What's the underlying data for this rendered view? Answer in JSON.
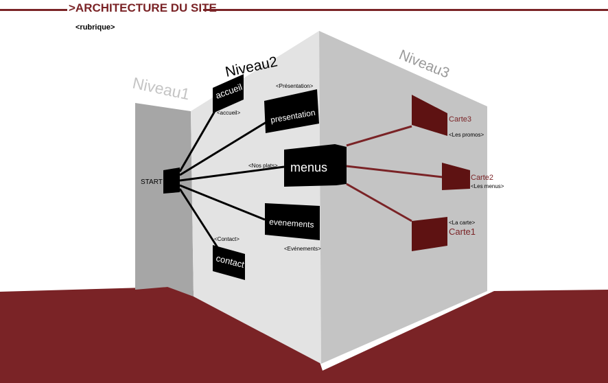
{
  "header": {
    "title": ">ARCHITECTURE DU SITE",
    "subtitle": "<rubrique>"
  },
  "levels": {
    "niveau1": "Niveau1",
    "niveau2": "Niveau2",
    "niveau3": "Niveau3"
  },
  "start": {
    "label": "START"
  },
  "level2_items": {
    "accueil": {
      "label": "accueil",
      "tag": "<accueil>"
    },
    "presentation": {
      "label": "presentation",
      "tag": "<Présentation>"
    },
    "menus": {
      "label": "menus",
      "tag": "<Nos plats>"
    },
    "evenements": {
      "label": "evenements",
      "tag": "<Evénements>"
    },
    "contact": {
      "label": "contact",
      "tag": "<Contact>"
    }
  },
  "level3_items": {
    "carte3": {
      "label": "Carte3",
      "tag": "<Les promos>"
    },
    "carte2": {
      "label": "Carte2",
      "tag": "<Les menus>"
    },
    "carte1": {
      "label": "Carte1",
      "tag": "<La carte>"
    }
  },
  "colors": {
    "brand": "#7a2326",
    "card_dark": "#5e1212",
    "node": "#000000",
    "wall_left": "#a6a6a6",
    "wall_mid": "#e3e3e3",
    "wall_right": "#c4c4c4"
  }
}
